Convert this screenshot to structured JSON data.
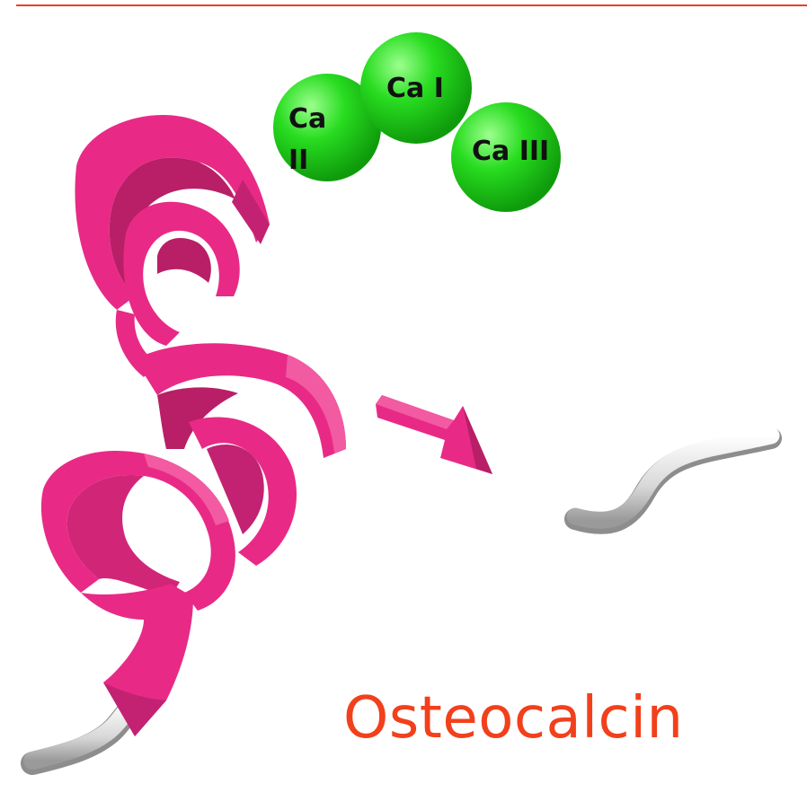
{
  "title": "Osteocalcin",
  "calcium_ions": [
    {
      "id": "ca-1",
      "label_lines": [
        "Ca I"
      ]
    },
    {
      "id": "ca-2",
      "label_lines": [
        "Ca",
        "II"
      ]
    },
    {
      "id": "ca-3",
      "label_lines": [
        "Ca III"
      ]
    }
  ],
  "colors": {
    "rule": "#e8402a",
    "title": "#f2401c",
    "ribbon": "#e82a86",
    "ribbon_dark": "#b81f66",
    "ribbon_light": "#f25aa2",
    "calcium": "#1fd21a",
    "calcium_light": "#9cff8e",
    "coil": "#d8d8d8"
  }
}
